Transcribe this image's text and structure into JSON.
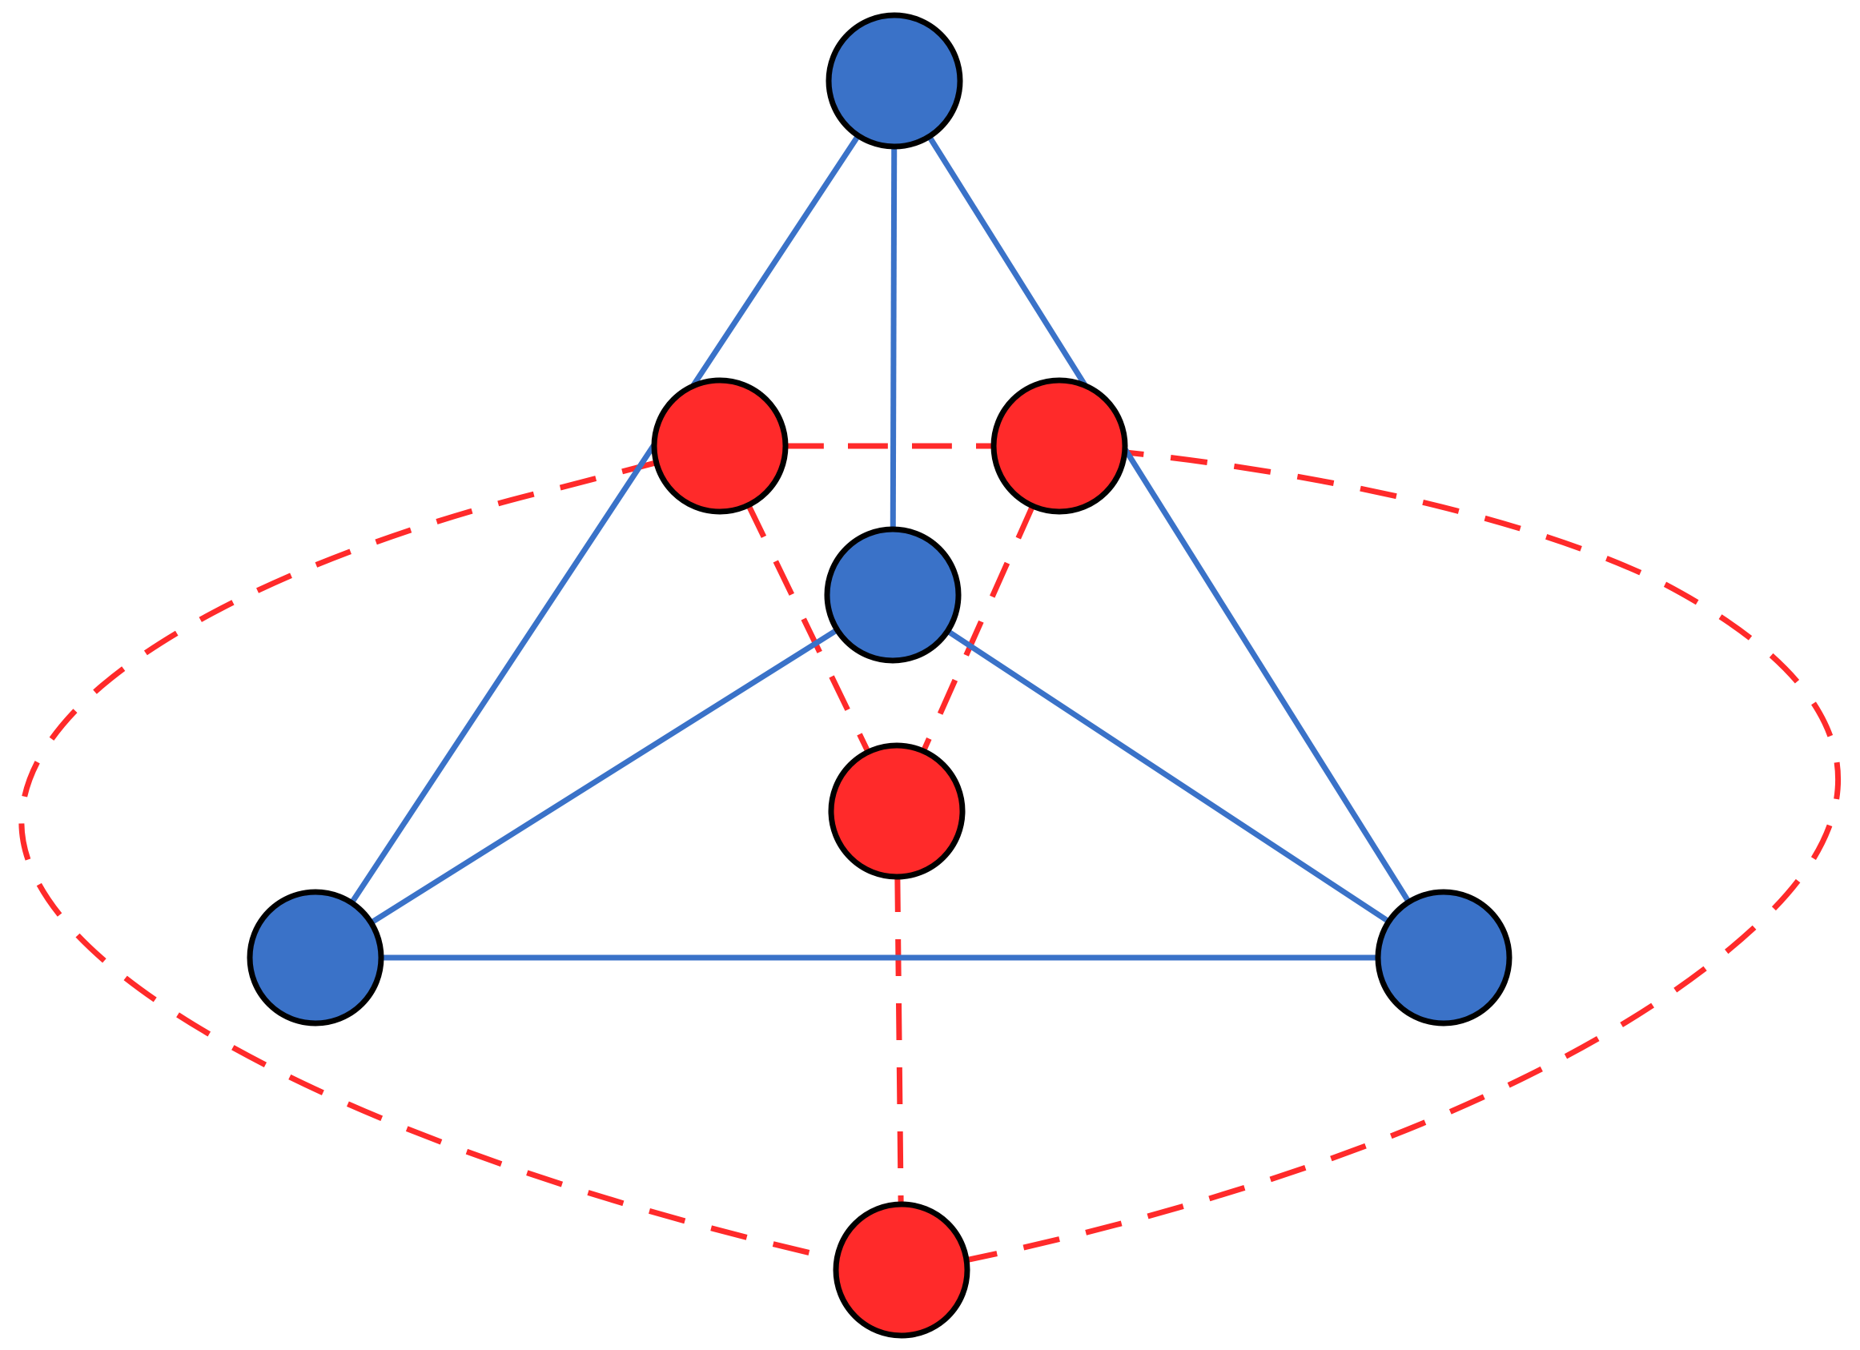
{
  "colors": {
    "background": "#ffffff",
    "blue_node": "#3a72c8",
    "blue_edge": "#3a72c8",
    "red_node": "#ff2a2a",
    "red_edge": "#ff2a2a",
    "node_outline": "#000000"
  },
  "diagram": {
    "blue_nodes": [
      {
        "id": "b-top"
      },
      {
        "id": "b-center"
      },
      {
        "id": "b-left"
      },
      {
        "id": "b-right"
      }
    ],
    "red_nodes": [
      {
        "id": "r-upper-left"
      },
      {
        "id": "r-upper-right"
      },
      {
        "id": "r-middle"
      },
      {
        "id": "r-bottom"
      }
    ],
    "blue_edges": [
      {
        "from": "b-top",
        "to": "b-left"
      },
      {
        "from": "b-top",
        "to": "b-right"
      },
      {
        "from": "b-top",
        "to": "b-center"
      },
      {
        "from": "b-center",
        "to": "b-left"
      },
      {
        "from": "b-center",
        "to": "b-right"
      },
      {
        "from": "b-left",
        "to": "b-right"
      }
    ],
    "red_edges": [
      {
        "from": "r-upper-left",
        "to": "r-upper-right"
      },
      {
        "from": "r-upper-left",
        "to": "r-middle"
      },
      {
        "from": "r-upper-right",
        "to": "r-middle"
      },
      {
        "from": "r-middle",
        "to": "r-bottom"
      }
    ],
    "outer_ring": {
      "style": "dashed",
      "through": [
        "r-upper-left",
        "r-upper-right",
        "r-bottom"
      ]
    }
  }
}
